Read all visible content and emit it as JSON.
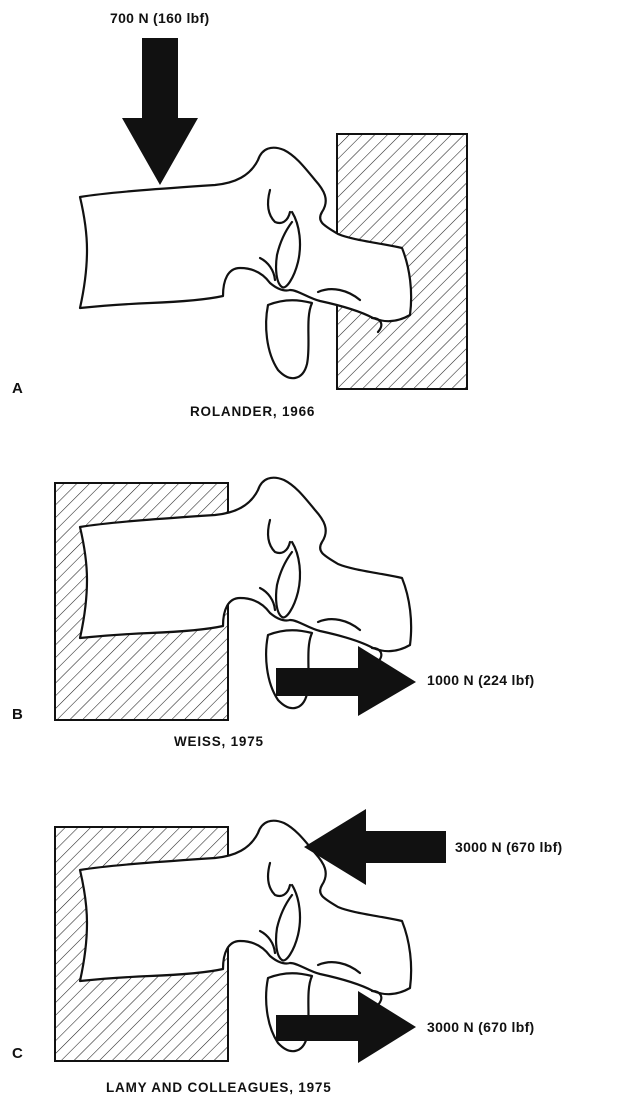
{
  "panels": [
    {
      "letter": "A",
      "caption": "ROLANDER, 1966",
      "forces": [
        "700 N (160 lbf)"
      ]
    },
    {
      "letter": "B",
      "caption": "WEISS, 1975",
      "forces": [
        "1000 N (224 lbf)"
      ]
    },
    {
      "letter": "C",
      "caption": "LAMY AND COLLEAGUES, 1975",
      "forces": [
        "3000 N (670 lbf)",
        "3000 N (670 lbf)"
      ]
    }
  ]
}
